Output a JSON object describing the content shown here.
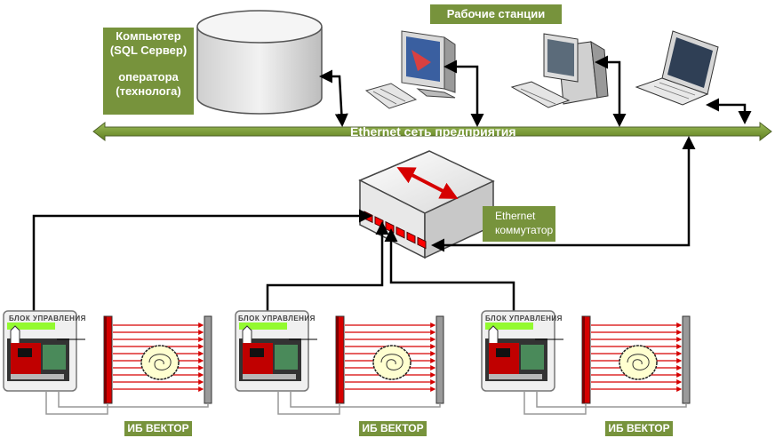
{
  "labels": {
    "server_line1": "Компьютер",
    "server_line2": "(SQL Сервер)",
    "server_line3": "оператора",
    "server_line4": "(технолога)",
    "workstations": "Рабочие станции",
    "ethernet_network": "Ethernet сеть предприятия",
    "switch_line1": "Ethernet",
    "switch_line2": "коммутатор",
    "control_unit": "БЛОК УПРАВЛЕНИЯ",
    "ib_vector": "ИБ ВЕКТОР"
  },
  "colors": {
    "label_green": "#77933c",
    "bus_green": "#6b8e23",
    "beam_red": "#d60000",
    "cable_black": "#000000",
    "switch_port_red": "#ff0000"
  },
  "icons": [
    "database-cylinder-icon",
    "crt-workstation-icon",
    "desktop-pc-icon",
    "laptop-icon",
    "ethernet-switch-icon",
    "control-unit-board-icon",
    "emitter-bar-icon",
    "receiver-bar-icon",
    "product-egg-icon"
  ]
}
